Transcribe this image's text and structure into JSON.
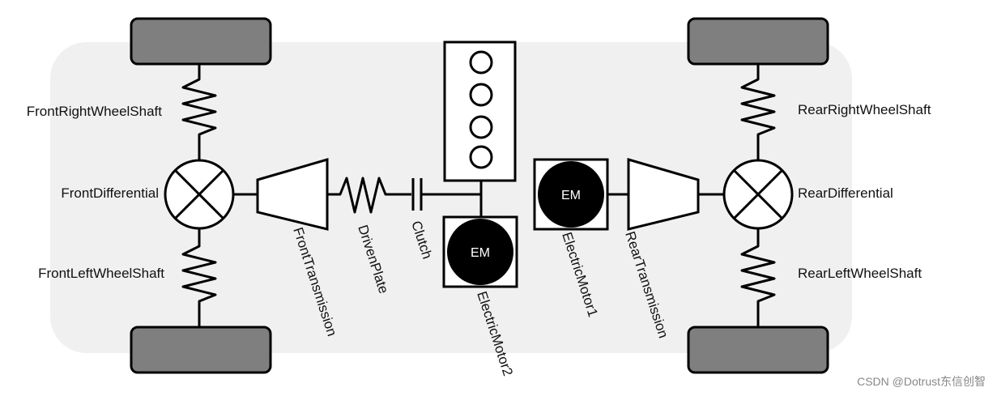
{
  "labels": {
    "front_right_wheel_shaft": "FrontRightWheelShaft",
    "front_differential": "FrontDifferential",
    "front_left_wheel_shaft": "FrontLeftWheelShaft",
    "front_transmission": "FrontTransmission",
    "driven_plate": "DrivenPlate",
    "clutch": "Clutch",
    "electric_motor_2": "ElectricMotor2",
    "electric_motor_1": "ElectricMotor1",
    "rear_transmission": "RearTransmission",
    "rear_right_wheel_shaft": "RearRightWheelShaft",
    "rear_differential": "RearDifferential",
    "rear_left_wheel_shaft": "RearLeftWheelShaft",
    "motor_badge": "EM"
  },
  "watermark": "CSDN @Dotrust东信创智",
  "colors": {
    "chassis": "#f0f0f0",
    "wheel_fill": "#7f7f7f",
    "motor_fill": "#000000",
    "stroke": "#000000"
  }
}
